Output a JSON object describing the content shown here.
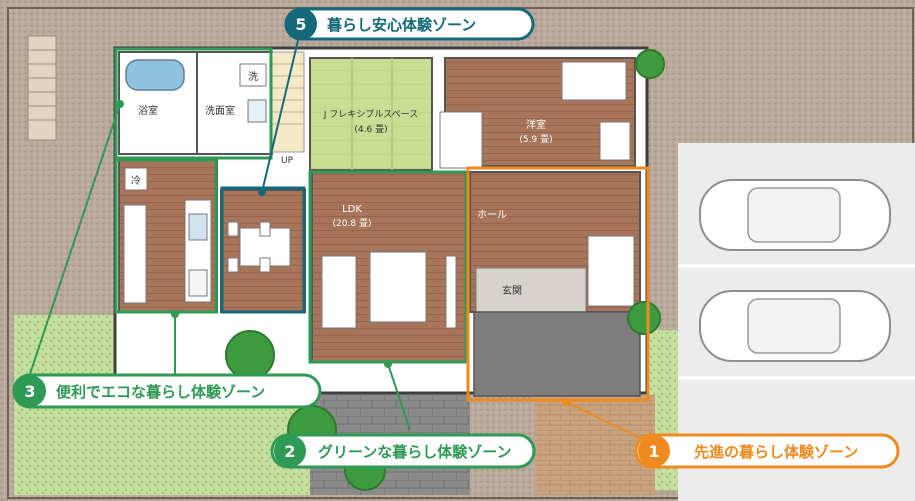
{
  "rooms": {
    "bath": "浴室",
    "washroom": "洗面室",
    "washer": "洗",
    "fridge": "冷",
    "flex_name": "J フレキシブルスペース",
    "flex_size": "(4.6 畳)",
    "western_name": "洋室",
    "western_size": "(5.9 畳)",
    "up": "UP",
    "ldk_name": "LDK",
    "ldk_size": "(20.8 畳)",
    "hall": "ホール",
    "entrance": "玄関"
  },
  "zones": [
    {
      "number": "5",
      "label": "暮らし安心体験ゾーン",
      "color": "#13697a"
    },
    {
      "number": "3",
      "label": "便利でエコな暮らし体験ゾーン",
      "color": "#2f9a55"
    },
    {
      "number": "2",
      "label": "グリーンな暮らし体験ゾーン",
      "color": "#2f9a55"
    },
    {
      "number": "1",
      "label": "先進の暮らし体験ゾーン",
      "color": "#ef8a1f"
    }
  ],
  "colors": {
    "floor_wood": "#a8745a",
    "gravel": "#b8a99a",
    "lawn": "#c6dfa0",
    "tatami": "#c9dd93",
    "paving": "#8b8b8b",
    "parking": "#ececec"
  }
}
